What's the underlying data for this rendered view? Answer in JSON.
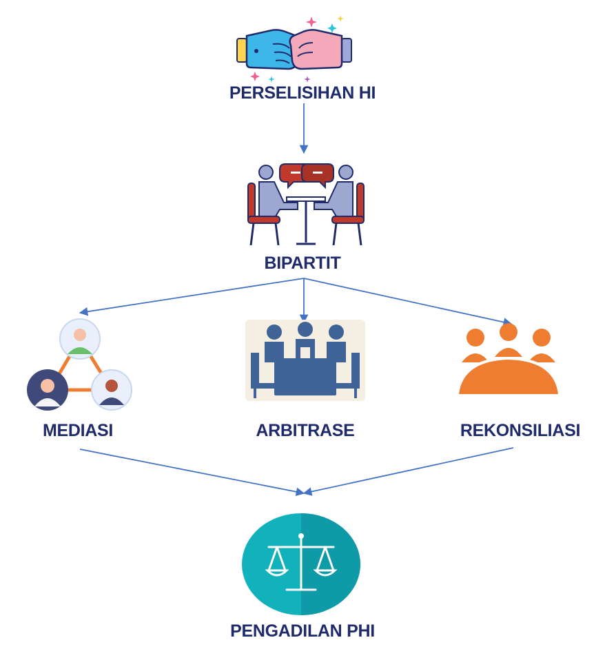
{
  "colors": {
    "label": "#1f2a6b",
    "connector": "#4472c4",
    "fist_blue": "#3fb6ea",
    "fist_pink": "#f4a9bb",
    "chair": "#c0392b",
    "people": "#3f6396",
    "orange": "#ef7d31",
    "teal": "#12b2bd",
    "teal_dark": "#0e9aa6"
  },
  "nodes": [
    {
      "id": "perselisihan",
      "label": "PERSELISIHAN HI",
      "icon": "fist-bump-icon"
    },
    {
      "id": "bipartit",
      "label": "BIPARTIT",
      "icon": "meeting-table-icon"
    },
    {
      "id": "mediasi",
      "label": "MEDIASI",
      "icon": "mediation-network-icon"
    },
    {
      "id": "arbitrase",
      "label": "ARBITRASE",
      "icon": "arbitration-table-icon"
    },
    {
      "id": "rekonsiliasi",
      "label": "REKONSILIASI",
      "icon": "group-meeting-icon"
    },
    {
      "id": "pengadilan",
      "label": "PENGADILAN PHI",
      "icon": "justice-scale-icon"
    }
  ],
  "edges": [
    {
      "from": "perselisihan",
      "to": "bipartit"
    },
    {
      "from": "bipartit",
      "to": "mediasi"
    },
    {
      "from": "bipartit",
      "to": "arbitrase"
    },
    {
      "from": "bipartit",
      "to": "rekonsiliasi"
    },
    {
      "from": "mediasi",
      "to": "pengadilan"
    },
    {
      "from": "rekonsiliasi",
      "to": "pengadilan"
    }
  ]
}
